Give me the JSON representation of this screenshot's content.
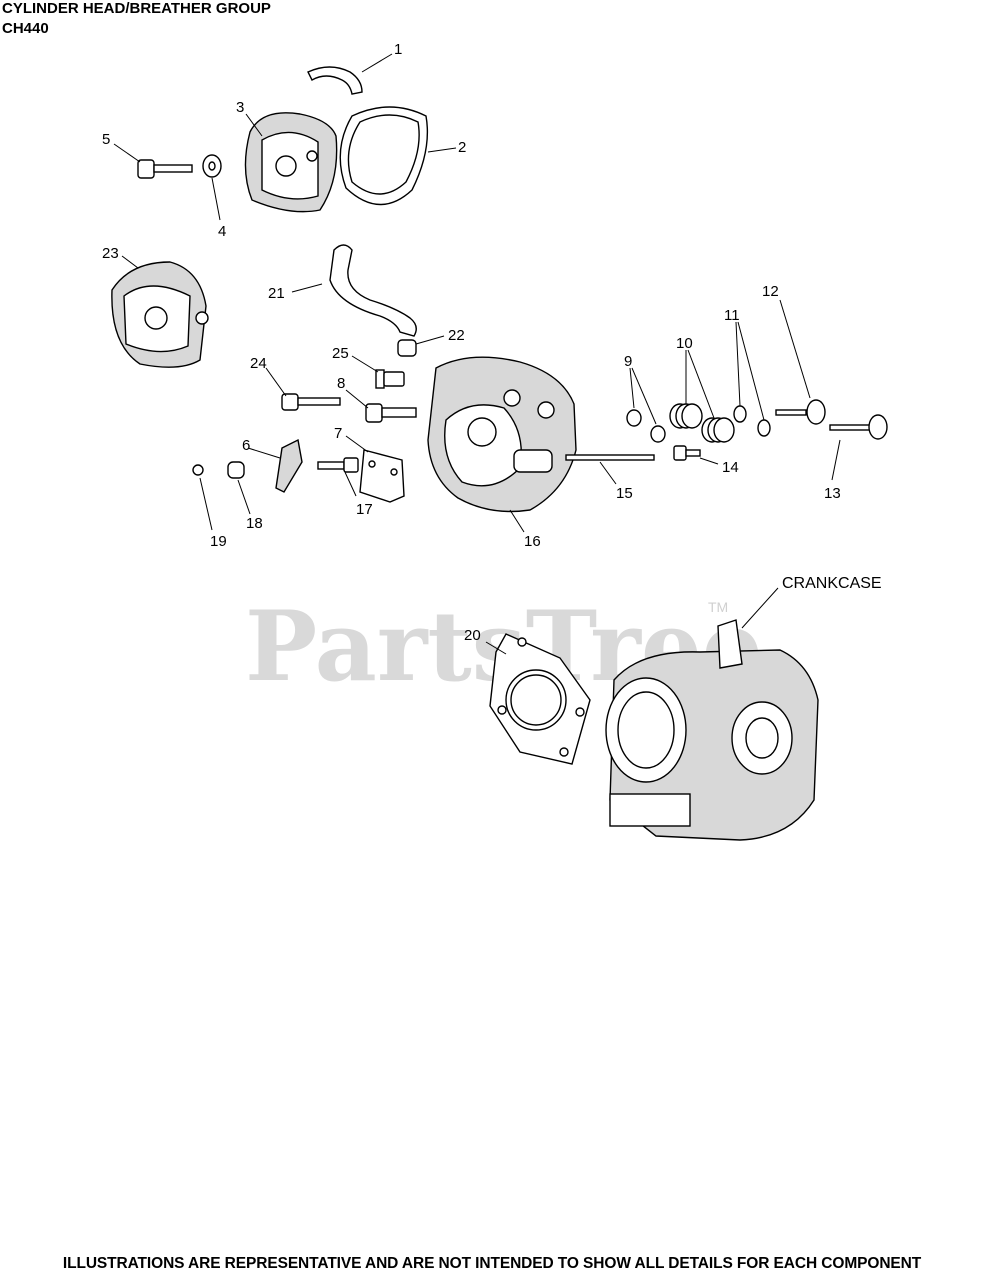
{
  "header": {
    "title": "CYLINDER HEAD/BREATHER GROUP",
    "model": "CH440"
  },
  "watermark": {
    "text": "PartsTree",
    "trademark": "TM"
  },
  "callouts": [
    "1",
    "2",
    "3",
    "4",
    "5",
    "6",
    "7",
    "8",
    "9",
    "10",
    "11",
    "12",
    "13",
    "14",
    "15",
    "16",
    "17",
    "18",
    "19",
    "20",
    "21",
    "22",
    "23",
    "24",
    "25"
  ],
  "labels": {
    "crankcase": "CRANKCASE"
  },
  "footer": {
    "disclaimer": "ILLUSTRATIONS ARE REPRESENTATIVE AND ARE NOT INTENDED TO SHOW ALL DETAILS FOR EACH COMPONENT"
  }
}
